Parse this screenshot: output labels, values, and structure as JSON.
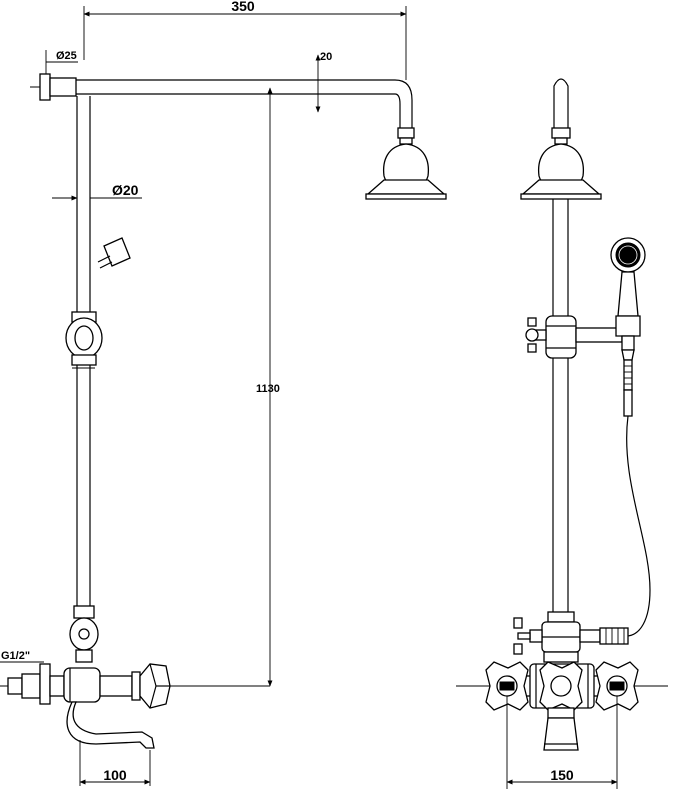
{
  "drawing": {
    "dimensions": {
      "arm_length": "350",
      "outlet_diameter": "Ø25",
      "arm_offset": "20",
      "riser_diameter": "Ø20",
      "height": "1130",
      "inlet_thread": "G1/2\"",
      "spout_reach": "100",
      "centers": "150"
    }
  }
}
